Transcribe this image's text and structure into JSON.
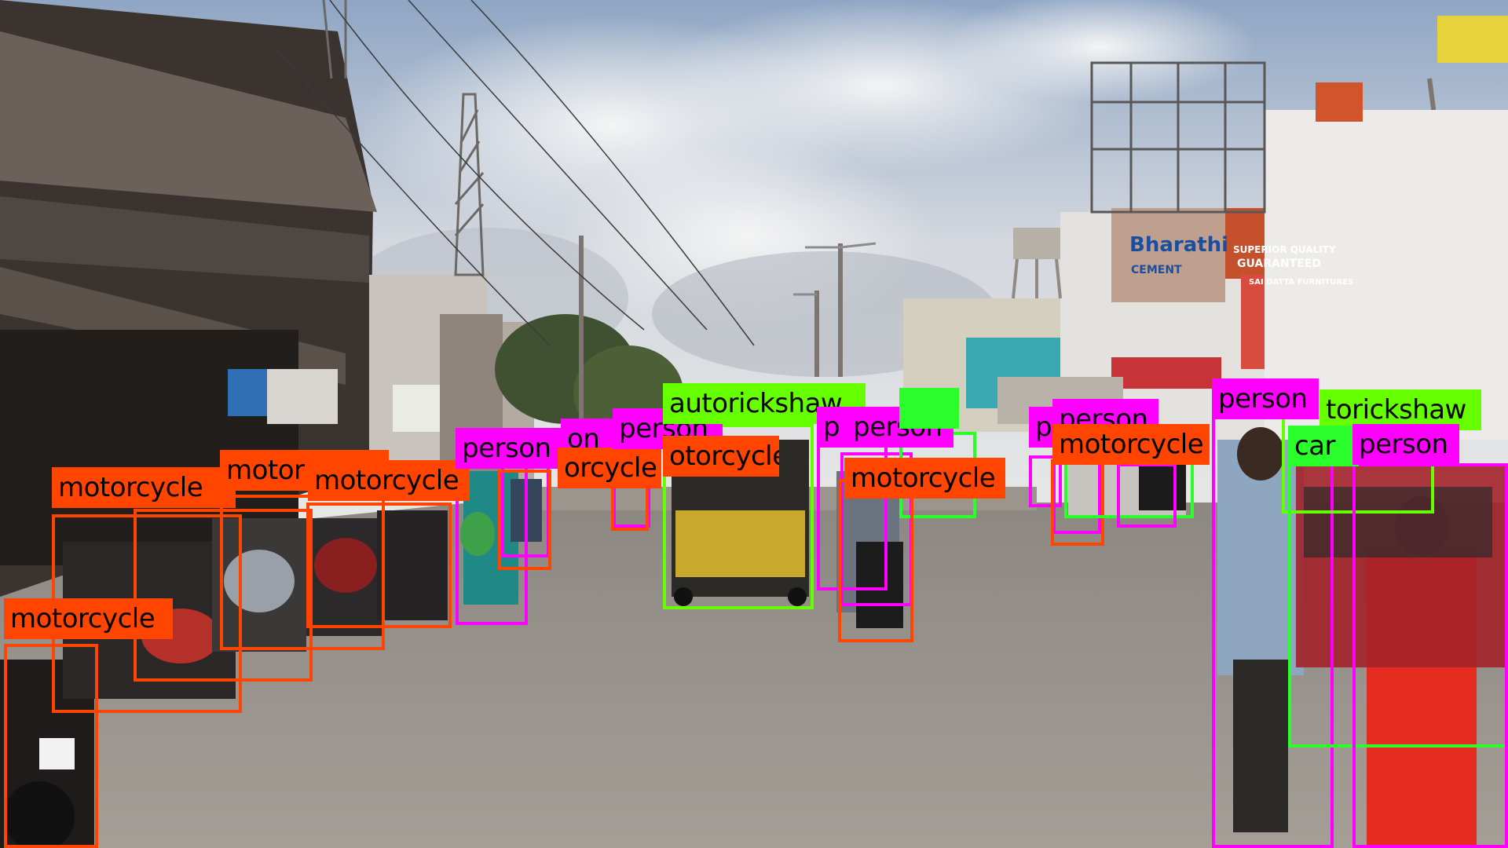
{
  "colors": {
    "motorcycle": "#ff4500",
    "person": "#ff00ff",
    "autorickshaw": "#66ff00",
    "car": "#2bff2b",
    "sky": "#c7ced8",
    "road": "#8a8580"
  },
  "signs": {
    "bharathi": "Bharathi",
    "cement": "CEMENT",
    "superior_quality": "SUPERIOR QUALITY",
    "guaranteed": "GUARANTEED",
    "sai_datta": "SAI DATTA FURNITURES"
  },
  "detections": [
    {
      "label": "motorcycle",
      "shown": "motorcycle"
    },
    {
      "label": "motorcycle",
      "shown": "motor"
    },
    {
      "label": "motorcycle",
      "shown": "motorcycle"
    },
    {
      "label": "motorcycle",
      "shown": "motorcycle"
    },
    {
      "label": "person",
      "shown": "person"
    },
    {
      "label": "person",
      "shown": "on"
    },
    {
      "label": "motorcycle",
      "shown": "orcycle"
    },
    {
      "label": "person",
      "shown": "person"
    },
    {
      "label": "autorickshaw",
      "shown": "autorickshaw"
    },
    {
      "label": "motorcycle",
      "shown": "otorcycle"
    },
    {
      "label": "person",
      "shown": "p"
    },
    {
      "label": "person",
      "shown": "person"
    },
    {
      "label": "car",
      "shown": ""
    },
    {
      "label": "motorcycle",
      "shown": "motorcycle"
    },
    {
      "label": "person",
      "shown": "p"
    },
    {
      "label": "person",
      "shown": "person"
    },
    {
      "label": "motorcycle",
      "shown": "motorcycle"
    },
    {
      "label": "person",
      "shown": "person"
    },
    {
      "label": "autorickshaw",
      "shown": "torickshaw"
    },
    {
      "label": "car",
      "shown": "car"
    },
    {
      "label": "person",
      "shown": "person"
    }
  ]
}
